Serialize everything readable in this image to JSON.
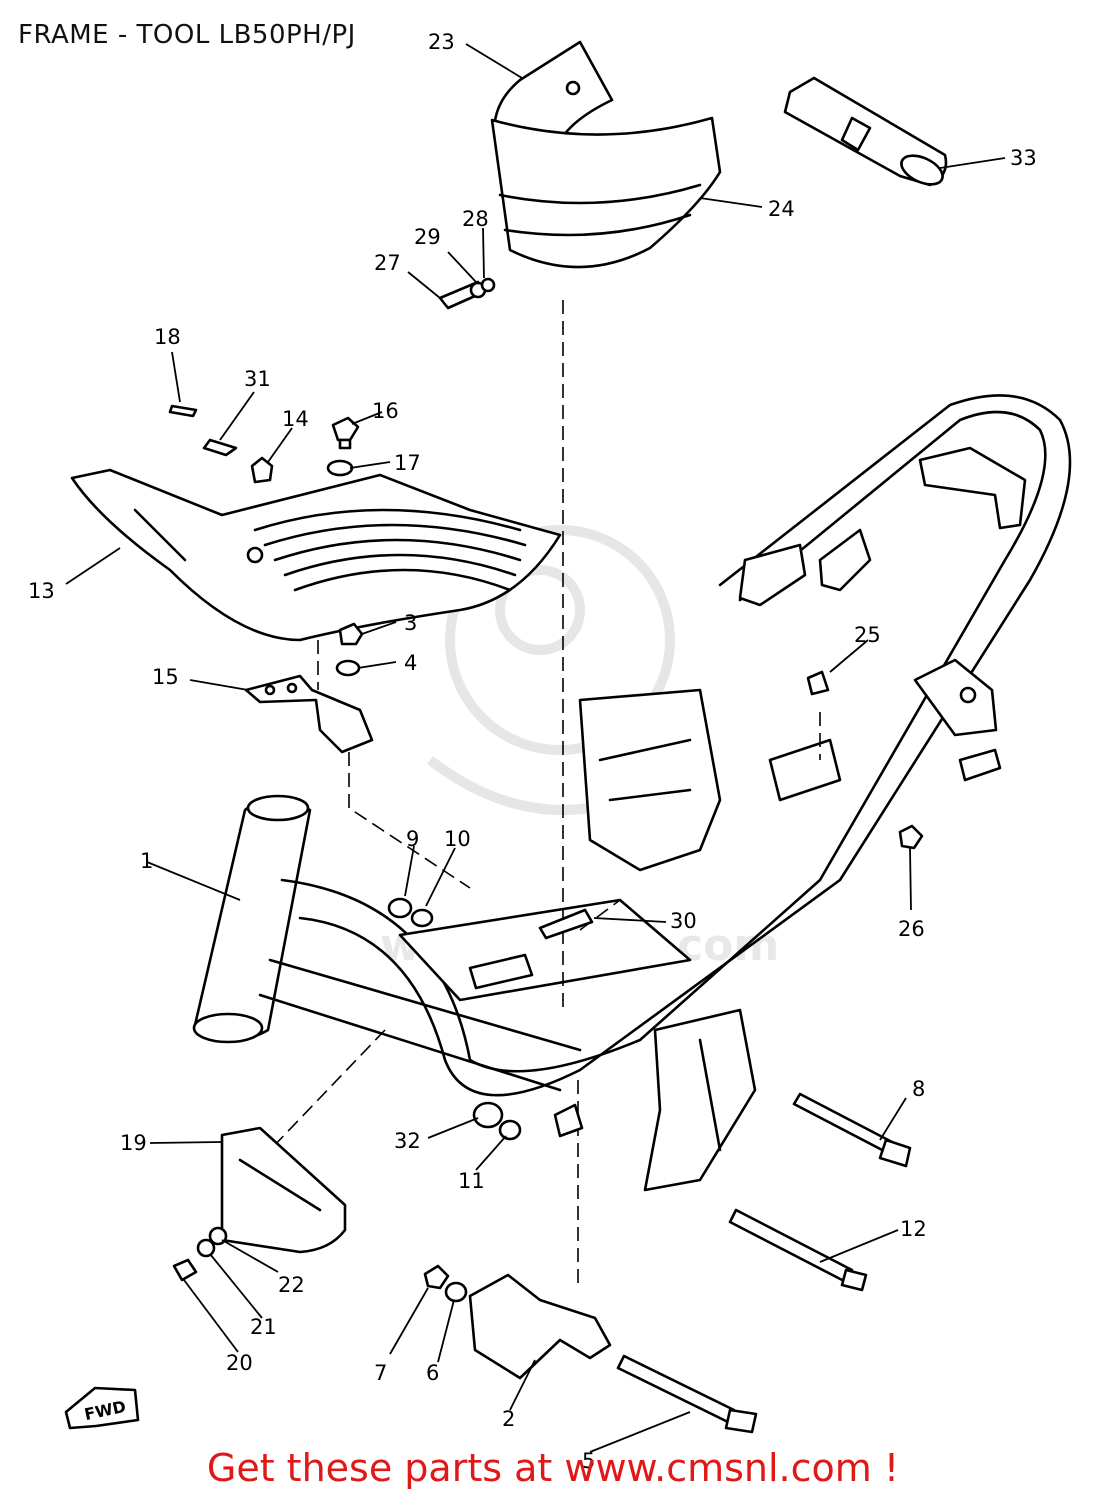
{
  "title": "FRAME - TOOL LB50PH/PJ",
  "footer": "Get these parts at www.cmsnl.com !",
  "watermark": "www.cmsnl.com",
  "fwd_mark": "FWD",
  "part_labels": {
    "p1": "1",
    "p2": "2",
    "p3": "3",
    "p4": "4",
    "p5": "5",
    "p6": "6",
    "p7": "7",
    "p8": "8",
    "p9": "9",
    "p10": "10",
    "p11": "11",
    "p12": "12",
    "p13": "13",
    "p14": "14",
    "p15": "15",
    "p16": "16",
    "p17": "17",
    "p18": "18",
    "p19": "19",
    "p20": "20",
    "p21": "21",
    "p22": "22",
    "p23": "23",
    "p24": "24",
    "p25": "25",
    "p26": "26",
    "p27": "27",
    "p28": "28",
    "p29": "29",
    "p30": "30",
    "p31": "31",
    "p32": "32",
    "p33": "33"
  },
  "colors": {
    "link": "#e01818",
    "line": "#000000",
    "watermark": "#e6e6e6"
  }
}
